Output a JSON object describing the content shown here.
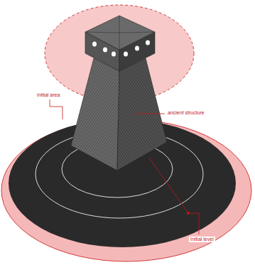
{
  "diagram": {
    "labels": [
      "Initial area",
      "ancient structure",
      "Initial level"
    ]
  }
}
